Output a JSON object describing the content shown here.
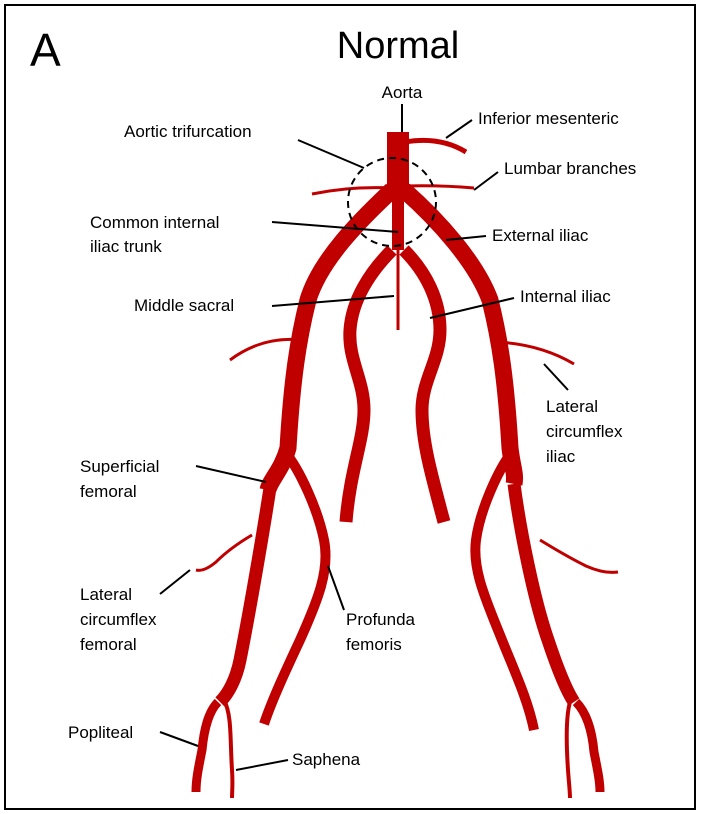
{
  "panel_letter": "A",
  "title": "Normal",
  "colors": {
    "vessel": "#c00000",
    "leader": "#000000",
    "background": "#ffffff"
  },
  "labels": {
    "aorta": "Aorta",
    "aortic_trifurcation": "Aortic trifurcation",
    "inferior_mesenteric": "Inferior mesenteric",
    "lumbar_branches": "Lumbar branches",
    "common_internal_iliac_trunk": [
      "Common internal",
      "iliac trunk"
    ],
    "external_iliac": "External iliac",
    "middle_sacral": "Middle sacral",
    "internal_iliac": "Internal iliac",
    "lateral_circumflex_iliac": [
      "Lateral",
      "circumflex",
      "iliac"
    ],
    "superficial_femoral": [
      "Superficial",
      "femoral"
    ],
    "lateral_circumflex_femoral": [
      "Lateral",
      "circumflex",
      "femoral"
    ],
    "profunda_femoris": [
      "Profunda",
      "femoris"
    ],
    "popliteal": "Popliteal",
    "saphena": "Saphena"
  }
}
